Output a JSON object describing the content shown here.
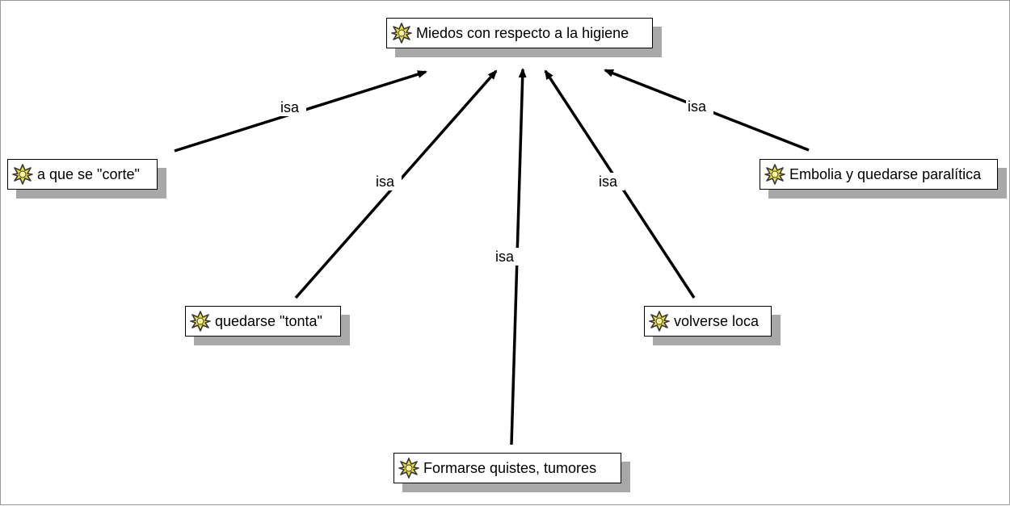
{
  "diagram": {
    "relation_label": "isa",
    "nodes": {
      "root": {
        "label": "Miedos con respecto a la higiene",
        "icon": "concept-icon"
      },
      "corte": {
        "label": "a que se \"corte\"",
        "icon": "concept-icon"
      },
      "tonta": {
        "label": "quedarse \"tonta\"",
        "icon": "concept-icon"
      },
      "quistes": {
        "label": "Formarse quistes, tumores",
        "icon": "concept-icon"
      },
      "loca": {
        "label": "volverse loca",
        "icon": "concept-icon"
      },
      "embolia": {
        "label": "Embolia y quedarse paralítica",
        "icon": "concept-icon"
      }
    },
    "edges": [
      {
        "from": "corte",
        "to": "root",
        "label": "isa"
      },
      {
        "from": "tonta",
        "to": "root",
        "label": "isa"
      },
      {
        "from": "quistes",
        "to": "root",
        "label": "isa"
      },
      {
        "from": "loca",
        "to": "root",
        "label": "isa"
      },
      {
        "from": "embolia",
        "to": "root",
        "label": "isa"
      }
    ],
    "colors": {
      "icon_fill": "#f2e23a",
      "icon_outline": "#3a3a3a",
      "shadow": "#a8a8a8",
      "edge": "#000000"
    }
  }
}
